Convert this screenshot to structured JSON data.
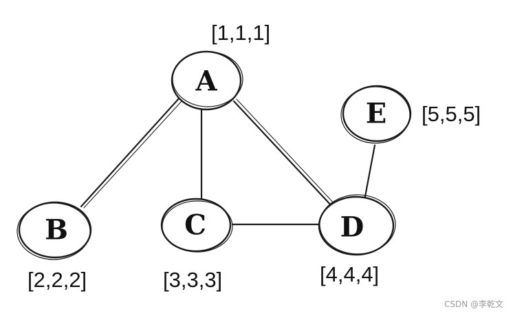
{
  "nodes": [
    {
      "id": "A",
      "letter": "A",
      "value": "[1,1,1]"
    },
    {
      "id": "B",
      "letter": "B",
      "value": "[2,2,2]"
    },
    {
      "id": "C",
      "letter": "C",
      "value": "[3,3,3]"
    },
    {
      "id": "D",
      "letter": "D",
      "value": "[4,4,4]"
    },
    {
      "id": "E",
      "letter": "E",
      "value": "[5,5,5]"
    }
  ],
  "edges": [
    {
      "from": "A",
      "to": "B"
    },
    {
      "from": "A",
      "to": "C"
    },
    {
      "from": "A",
      "to": "D"
    },
    {
      "from": "C",
      "to": "D"
    },
    {
      "from": "E",
      "to": "D"
    }
  ],
  "watermark": "CSDN @李乾文",
  "colors": {
    "stroke": "#1a1a1a",
    "text": "#111111",
    "watermark": "#9a9a9a",
    "background": "#ffffff"
  }
}
